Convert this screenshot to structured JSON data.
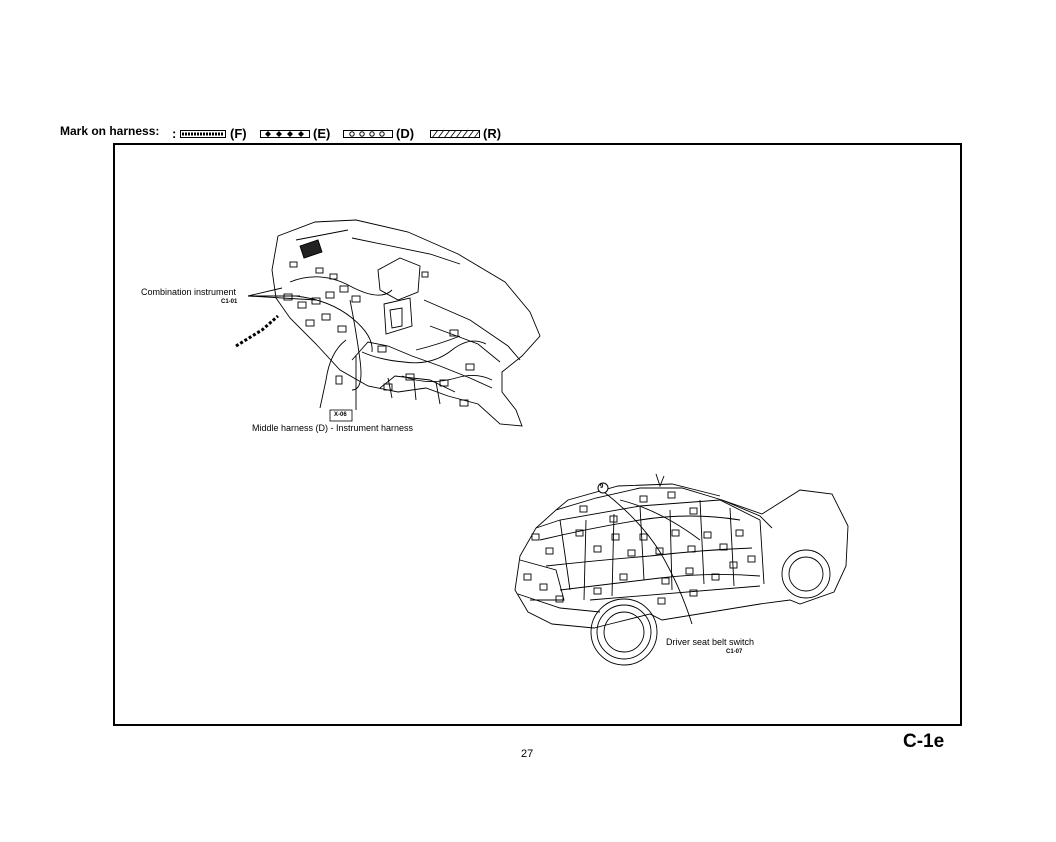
{
  "legend": {
    "title": "Mark on harness:",
    "items": [
      {
        "code": "(F)"
      },
      {
        "code": "(E)"
      },
      {
        "code": "(D)"
      },
      {
        "code": "(R)"
      }
    ]
  },
  "dashboard": {
    "combination_instrument": {
      "label": "Combination instrument",
      "code": "C1-01"
    },
    "middle_harness": {
      "label": "Middle harness (D) - Instrument harness",
      "code": "X-06"
    }
  },
  "vehicle": {
    "badge": "9",
    "driver_seat_belt_switch": {
      "label": "Driver seat belt switch",
      "code": "C1-07"
    }
  },
  "footer": {
    "page_number": "27",
    "section_code": "C-1e"
  }
}
